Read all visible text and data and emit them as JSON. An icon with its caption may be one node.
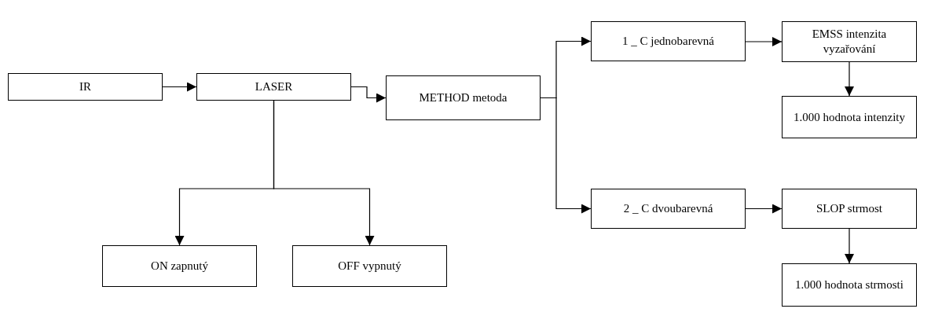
{
  "diagram": {
    "nodes": [
      {
        "text": [
          "IR"
        ]
      },
      {
        "text": [
          "LASER"
        ]
      },
      {
        "text": [
          "METHOD metoda"
        ]
      },
      {
        "text": [
          "1 _ C jednobarevná"
        ]
      },
      {
        "text": [
          "EMSS intenzita vyzařování"
        ]
      },
      {
        "text": [
          "1.000 hodnota intenzity"
        ]
      },
      {
        "text": [
          "2 _ C dvoubarevná"
        ]
      },
      {
        "text": [
          "SLOP strmost"
        ]
      },
      {
        "text": [
          "1.000 hodnota strmosti"
        ]
      },
      {
        "text": [
          "ON zapnutý"
        ]
      },
      {
        "text": [
          "OFF vypnutý"
        ]
      }
    ],
    "edges": [
      {
        "from": 0,
        "to": 1,
        "arrow": "to"
      },
      {
        "from": 1,
        "to": 2,
        "arrow": "to"
      },
      {
        "from": 2,
        "to": 3,
        "arrow": "to"
      },
      {
        "from": 2,
        "to": 6,
        "arrow": "to"
      },
      {
        "from": 3,
        "to": 4,
        "arrow": "to"
      },
      {
        "from": 4,
        "to": 5,
        "arrow": "to"
      },
      {
        "from": 6,
        "to": 7,
        "arrow": "to"
      },
      {
        "from": 7,
        "to": 8,
        "arrow": "to"
      },
      {
        "from": 1,
        "to": 9,
        "arrow": "to"
      },
      {
        "from": 1,
        "to": 10,
        "arrow": "to"
      }
    ]
  }
}
